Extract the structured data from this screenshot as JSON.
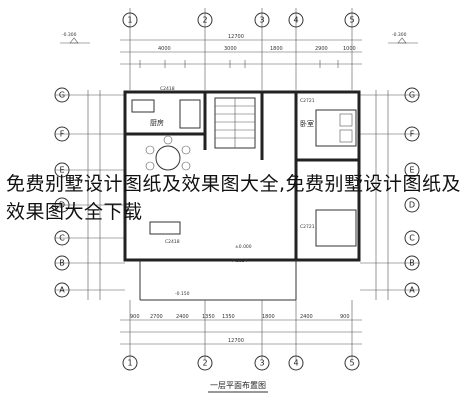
{
  "plan": {
    "axes_top": [
      "1",
      "2",
      "3",
      "4",
      "5"
    ],
    "axes_bottom": [
      "1",
      "2",
      "3",
      "4",
      "5"
    ],
    "axes_left": [
      "G",
      "F",
      "E",
      "D",
      "C",
      "B",
      "A"
    ],
    "axes_right": [
      "G",
      "F",
      "E",
      "D",
      "C",
      "B",
      "A"
    ],
    "dim_total_top": "12700",
    "dims_top": [
      "4000",
      "3000",
      "1800",
      "2900",
      "1000"
    ],
    "dims_bottom": [
      "900",
      "2700",
      "2400",
      "1350",
      "1350",
      "1800",
      "2400",
      "900"
    ],
    "dim_total_bottom": "12700",
    "rooms": {
      "kitchen": "厨房",
      "bedroom": "卧室",
      "window_kitchen": "C2418",
      "window_bedroom_top": "C2721",
      "window_bedroom_bottom": "C2721",
      "window_living": "C2418",
      "door_main": "M1824"
    },
    "level_marks": [
      "-0.300",
      "±0.000",
      "-0.150"
    ],
    "title": "一层平面布置图"
  },
  "overlay": {
    "caption": "免费别墅设计图纸及效果图大全,免费别墅设计图纸及效果图大全下载"
  }
}
